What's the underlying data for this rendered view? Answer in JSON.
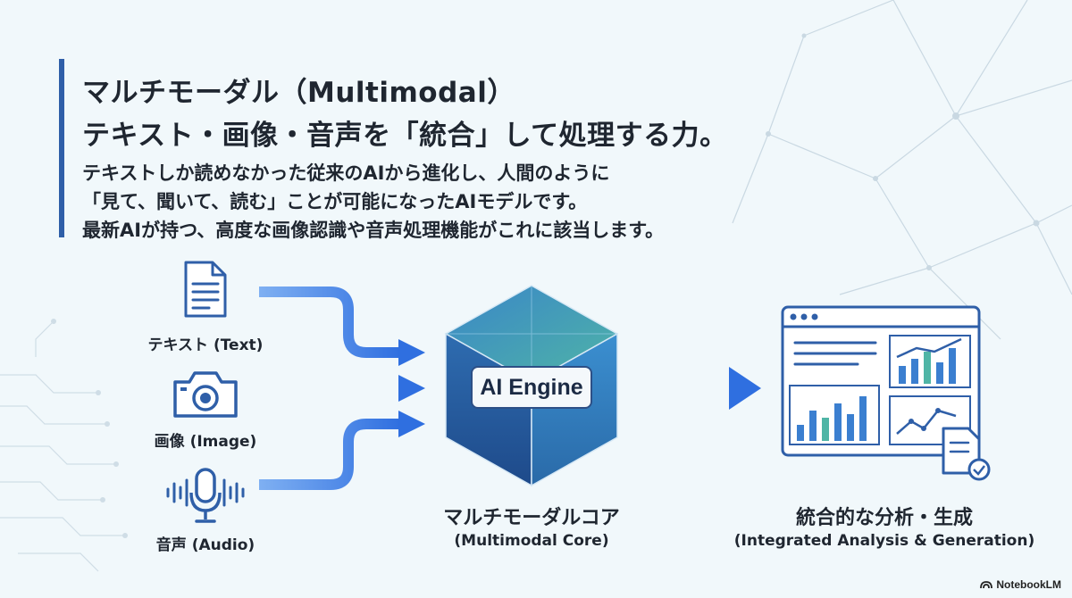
{
  "title": {
    "line1": "マルチモーダル（Multimodal）",
    "line2": "テキスト・画像・音声を「統合」して処理する力。"
  },
  "description": [
    "テキストしか読めなかった従来のAIから進化し、人間のように",
    "「見て、聞いて、読む」ことが可能になったAIモデルです。",
    "最新AIが持つ、高度な画像認識や音声処理機能がこれに該当します。"
  ],
  "inputs": [
    {
      "label": "テキスト (Text)",
      "icon": "document-icon"
    },
    {
      "label": "画像 (Image)",
      "icon": "camera-icon"
    },
    {
      "label": "音声 (Audio)",
      "icon": "microphone-icon"
    }
  ],
  "core": {
    "engine_label": "AI Engine",
    "title": "マルチモーダルコア",
    "subtitle": "(Multimodal Core)",
    "icon": "cube-icon"
  },
  "output": {
    "title": "統合的な分析・生成",
    "subtitle": "(Integrated Analysis & Generation)",
    "icon": "dashboard-icon"
  },
  "brand": "NotebookLM",
  "colors": {
    "background": "#f1f8fb",
    "accent_blue": "#2f6fe0",
    "title_bar": "#2f5fa8",
    "cube_dark": "#1e4a8a",
    "cube_light": "#3a86c8",
    "cube_teal": "#4fb5a6"
  }
}
